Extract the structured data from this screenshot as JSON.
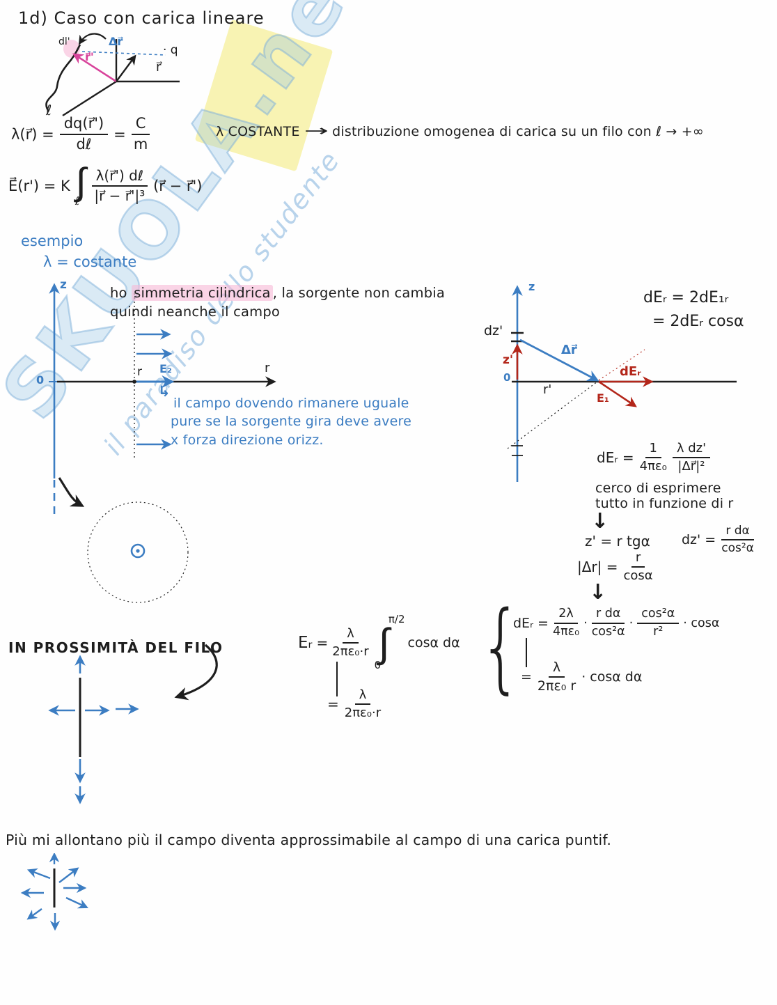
{
  "title": "1d) Caso con carica lineare",
  "watermark": {
    "brand": "SKUOLA.net",
    "tagline": "il paradiso dello studente"
  },
  "colors": {
    "ink": "#1e1e1e",
    "blue": "#3c7dc2",
    "red": "#b3261a",
    "pink": "#d8439b",
    "highlight_pink": "#f6b7d6",
    "watermark_blue": "#7dafda",
    "watermark_yellow": "#f7f2ab"
  },
  "top_diagram": {
    "dl_label": "dl'",
    "r_prime_vec": "r⃗'",
    "delta_r_vec": "Δr⃗",
    "r_vec": "r⃗",
    "q_label": "· q",
    "wire_label": "ℓ"
  },
  "lambda_def": {
    "lhs": "λ(r⃗) =",
    "num1": "dq(r⃗')",
    "den1": "dℓ",
    "eq": "=",
    "num2": "C",
    "den2": "m"
  },
  "constant_note": {
    "lhs": "λ COSTANTE",
    "arrow": "→",
    "text": "distribuzione omogenea di carica su un filo con ℓ → +∞"
  },
  "field_integral": {
    "lhs": "E⃗(r') = K",
    "int_symbol": "∫",
    "int_sub": "ℓ",
    "num": "λ(r⃗') dℓ",
    "den": "|r⃗ − r⃗'|³",
    "rhs": "(r⃗ − r⃗')"
  },
  "example": {
    "heading": "esempio",
    "lambda_note": "λ = costante",
    "black_note_pre": "ho ",
    "black_note_highlight": "simmetria cilindrica",
    "black_note_post": ", la sorgente non cambia",
    "black_note_line2": "quindi neanche il campo",
    "z_label": "z",
    "zero_label": "0",
    "r_tick_label": "r",
    "E2_label": "E₂",
    "r_axis_label": "r",
    "hook": "↳",
    "blue_note_1": "il campo dovendo rimanere uguale",
    "blue_note_2": "pure se la sorgente gira deve avere",
    "blue_note_3": "x forza direzione orizz."
  },
  "right_diagram": {
    "z_label": "z",
    "dz_label": "dz'",
    "z_prime_label": "z'",
    "zero_label": "0",
    "delta_r_label": "Δr⃗",
    "r_prime_label": "r'",
    "dEr_label": "dEᵣ",
    "E1_label": "E₁",
    "relation_line1": "dEᵣ = 2dE₁ᵣ",
    "relation_line2": "= 2dEᵣ cosα"
  },
  "dEr_formula": {
    "lhs": "dEᵣ =",
    "num1": "1",
    "den1": "4πε₀",
    "num2": "λ dz'",
    "den2": "|Δr⃗|²"
  },
  "goal_note": {
    "line1": "cerco di esprimere",
    "line2": "tutto in funzione di r"
  },
  "down_arrow": "↓",
  "substitutions": {
    "z_eq": "z' = r tgα",
    "dz_lhs": "dz' =",
    "dz_num": "r dα",
    "dz_den": "cos²α",
    "dr_lhs": "|Δr| =",
    "dr_num": "r",
    "dr_den": "cosα"
  },
  "braced_formula": {
    "lhs": "dEᵣ =",
    "f1_num": "2λ",
    "f1_den": "4πε₀",
    "dot1": "·",
    "f2_num": "r dα",
    "f2_den": "cos²α",
    "dot2": "·",
    "f3_num": "cos²α",
    "f3_den": "r²",
    "tail1": "· cosα",
    "eq2": "=",
    "f4_num": "λ",
    "f4_den": "2πε₀ r",
    "tail2": "· cosα dα"
  },
  "result_formula": {
    "lhs": "Eᵣ",
    "eq": "=",
    "f1_num": "λ",
    "f1_den": "2πε₀·r",
    "int_symbol": "∫",
    "int_sup": "π/2",
    "int_sub": "0",
    "integrand": "cosα dα",
    "eq2": "=",
    "f2_num": "λ",
    "f2_den": "2πε₀·r"
  },
  "proximity": {
    "heading": "IN PROSSIMITÀ  DEL FILO"
  },
  "conclusion": "Più mi allontano più il campo diventa approssimabile al campo di una carica puntif."
}
